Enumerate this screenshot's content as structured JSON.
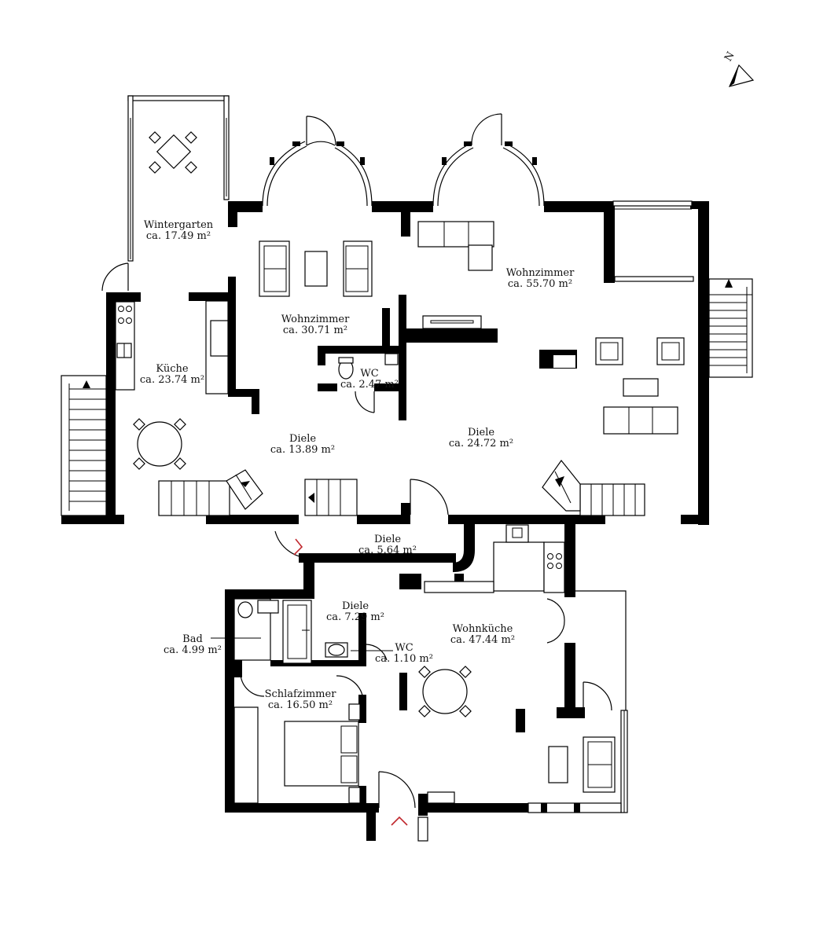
{
  "colors": {
    "wall": "#000000",
    "entrance_marker": "#c0272d",
    "background": "#ffffff"
  },
  "compass": {
    "label": "N",
    "icon": "north-arrow-icon"
  },
  "rooms": [
    {
      "name": "Wintergarten",
      "area": "ca. 17.49 m²"
    },
    {
      "name": "Wohnzimmer",
      "area": "ca. 55.70 m²"
    },
    {
      "name": "Wohnzimmer",
      "area": "ca. 30.71 m²"
    },
    {
      "name": "Küche",
      "area": "ca. 23.74 m²"
    },
    {
      "name": "WC",
      "area": "ca. 2.47 m²"
    },
    {
      "name": "Diele",
      "area": "ca. 13.89 m²"
    },
    {
      "name": "Diele",
      "area": "ca. 24.72 m²"
    },
    {
      "name": "Diele",
      "area": "ca. 5.64 m²"
    },
    {
      "name": "Diele",
      "area": "ca. 7.29 m²"
    },
    {
      "name": "Bad",
      "area": "ca. 4.99 m²"
    },
    {
      "name": "WC",
      "area": "ca. 1.10 m²"
    },
    {
      "name": "Wohnküche",
      "area": "ca. 47.44 m²"
    },
    {
      "name": "Schlafzimmer",
      "area": "ca. 16.50 m²"
    }
  ]
}
